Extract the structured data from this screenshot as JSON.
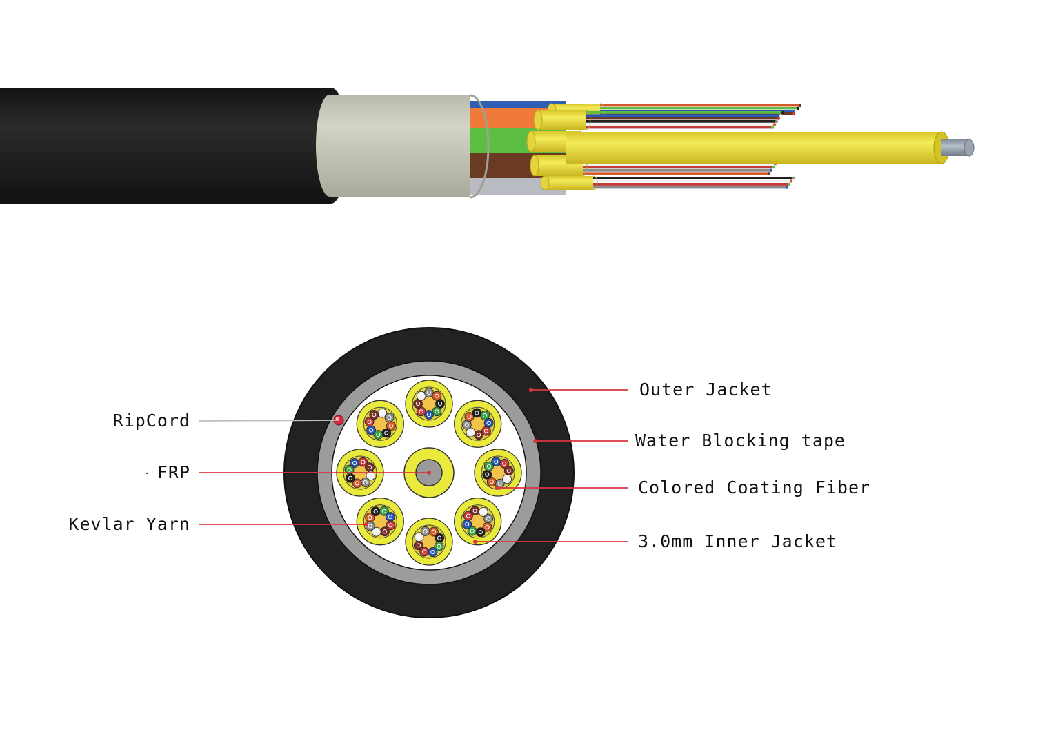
{
  "diagram": {
    "title": "Multi-unit fiber optic cable structure",
    "colors": {
      "outer_jacket": "#222222",
      "water_blocking_tape": "#9c9c9c",
      "tape_side": "#c8c9bc",
      "inner_fill": "#ffffff",
      "subunit_jacket": "#eaea3c",
      "kevlar_core": "#f2c24a",
      "frp_core": "#9a9a9a",
      "leader_line_red": "#d9343f",
      "leader_line_gray": "#bdbdbd",
      "ripcord": "#d8283a"
    },
    "fiber_colors": [
      "#1f1f1f",
      "#3aa04a",
      "#2a58b8",
      "#c43a3a",
      "#7a2f2a",
      "#f0f0f0",
      "#8c8c8c",
      "#d55a2a"
    ],
    "bundle_colors": [
      "#2f5fb4",
      "#ef7a3a",
      "#5cbe42",
      "#6a3a22",
      "#b8bcc2"
    ],
    "labels_left": [
      {
        "id": "ripcord",
        "text": "RipCord",
        "line": "gray"
      },
      {
        "id": "frp",
        "text": "FRP",
        "line": "red"
      },
      {
        "id": "kevlar-yarn",
        "text": "Kevlar Yarn",
        "line": "red"
      }
    ],
    "labels_right": [
      {
        "id": "outer-jacket",
        "text": "Outer Jacket",
        "line": "red"
      },
      {
        "id": "water-blocking-tape",
        "text": "Water Blocking tape",
        "line": "red"
      },
      {
        "id": "colored-coating-fiber",
        "text": "Colored Coating Fiber",
        "line": "red"
      },
      {
        "id": "inner-jacket",
        "text": "3.0mm Inner Jacket",
        "line": "red"
      }
    ],
    "subunit_count": 8,
    "fibers_per_subunit": 8
  }
}
